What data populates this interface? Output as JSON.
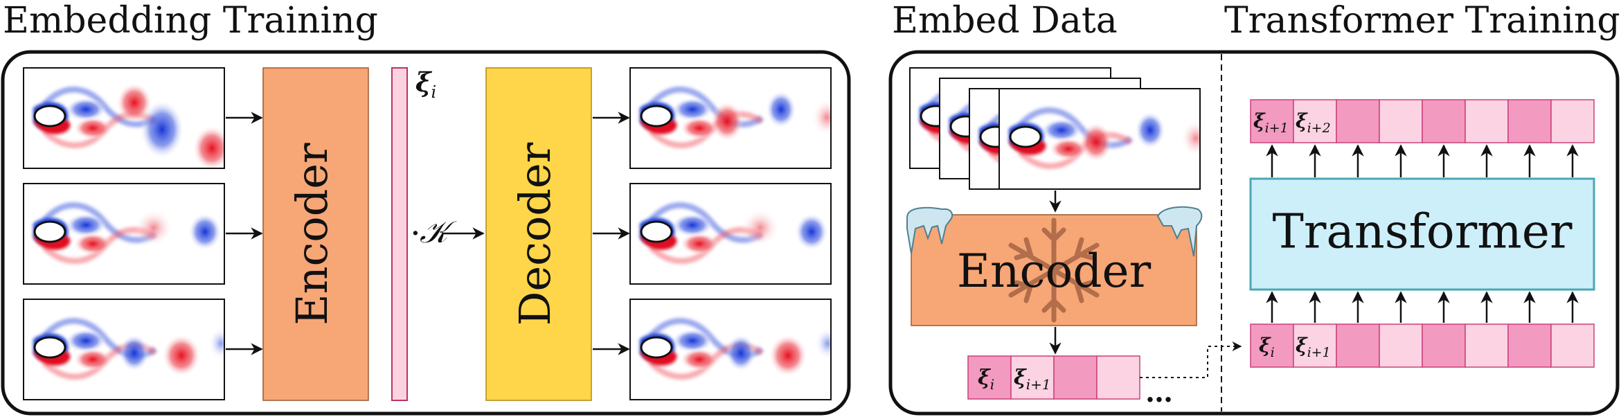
{
  "titles": {
    "embedding_training": "Embedding Training",
    "embed_data": "Embed Data",
    "transformer_training": "Transformer Training"
  },
  "blocks": {
    "encoder": "Encoder",
    "decoder": "Decoder",
    "transformer": "Transformer",
    "frozen_encoder": "Encoder"
  },
  "symbols": {
    "latent": "ξ",
    "latent_sub_i": "i",
    "latent_sub_i1": "i+1",
    "latent_sub_i2": "i+2",
    "koopman_dot": "·",
    "koopman": "𝒦",
    "ellipsis": "…"
  },
  "colors": {
    "encoder_fill": "#f7a676",
    "decoder_fill": "#ffd54a",
    "transformer_fill": "#cdeffa",
    "transformer_border": "#49a7b5",
    "latent_bar_fill": "#fbd3e0",
    "latent_bar_border": "#c0306a",
    "token_dark": "#f39ac0",
    "token_light": "#fbd3e2",
    "token_border": "#c9407a",
    "vortex_red": "#e01020",
    "vortex_blue": "#1a3fd0",
    "ice": "#cde6f0",
    "snowflake": "#9b5a3c"
  }
}
